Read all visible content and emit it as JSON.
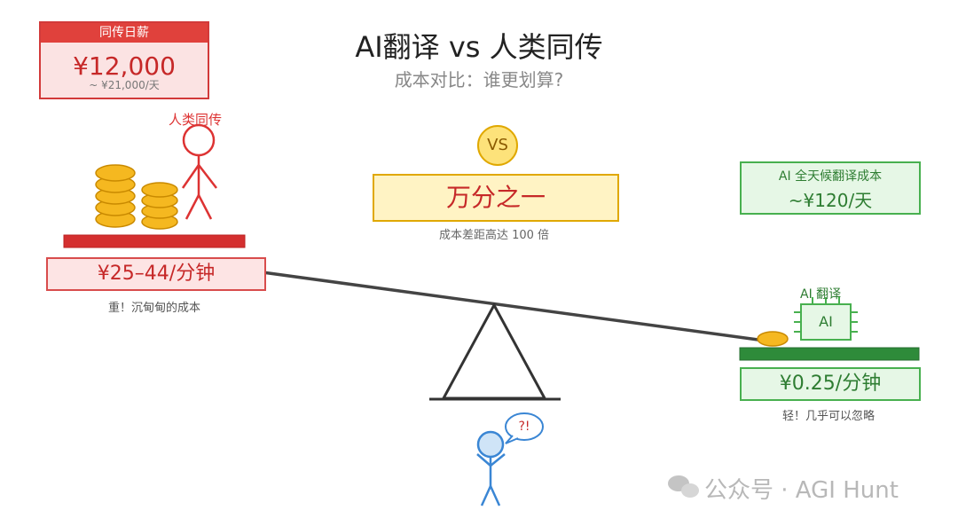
{
  "title": "AI翻译 vs 人类同传",
  "subtitle": "成本对比：谁更划算?",
  "human": {
    "salary_header": "同传日薪",
    "salary_value": "¥12,000",
    "salary_sub": "~ ¥21,000/天",
    "label": "人类同传",
    "per_minute": "¥25–44/分钟",
    "note": "重！沉甸甸的成本"
  },
  "center": {
    "vs": "VS",
    "ratio": "万分之一",
    "ratio_note": "成本差距高达 100 倍"
  },
  "ai": {
    "day_label": "AI 全天候翻译成本",
    "day_value": "~¥120/天",
    "label": "AI 翻译",
    "chip_text": "AI",
    "per_minute": "¥0.25/分钟",
    "note": "轻！几乎可以忽略"
  },
  "observer": {
    "bubble": "?!"
  },
  "watermark": {
    "text": "公众号 · AGI Hunt",
    "icon": "wechat-icon"
  },
  "colors": {
    "red": "#e0413c",
    "green": "#48b04f",
    "gold": "#f5b820",
    "beam": "#444444"
  }
}
